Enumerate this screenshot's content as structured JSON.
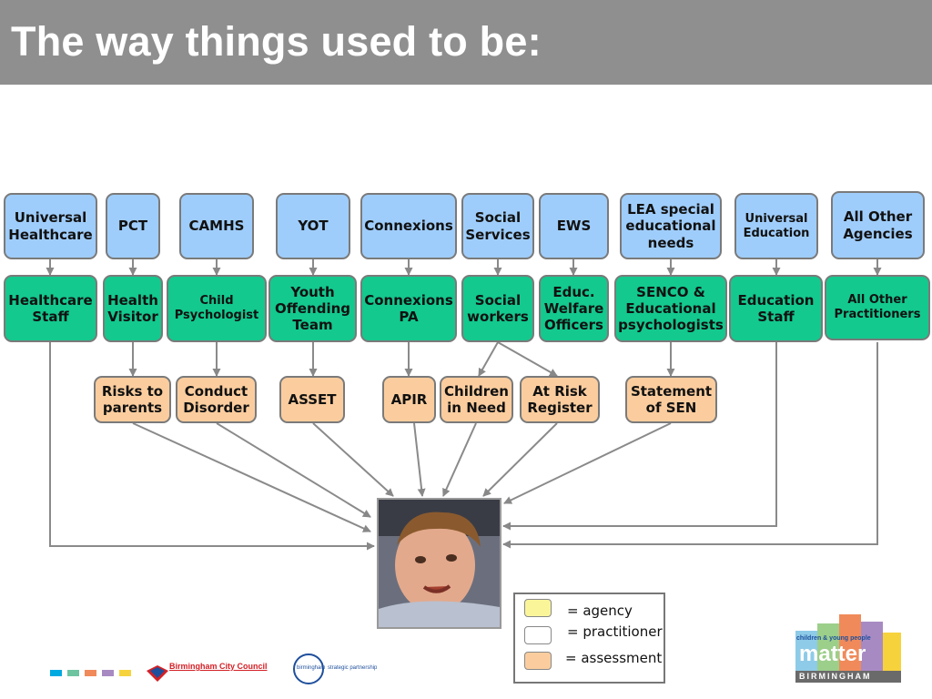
{
  "title": "The way things used to be:",
  "agencies": [
    "Universal\nHealthcare",
    "PCT",
    "CAMHS",
    "YOT",
    "Connexions",
    "Social\nServices",
    "EWS",
    "LEA special\neducational\nneeds",
    "Universal\nEducation",
    "All Other\nAgencies"
  ],
  "practitioners": [
    "Healthcare\nStaff",
    "Health\nVisitor",
    "Child\nPsychologist",
    "Youth\nOffending\nTeam",
    "Connexions\nPA",
    "Social\nworkers",
    "Educ.\nWelfare\nOfficers",
    "SENCO &\nEducational\npsychologists",
    "Education\nStaff",
    "All Other\nPractitioners"
  ],
  "assessments": [
    "Risks to\nparents",
    "Conduct\nDisorder",
    "ASSET",
    "APIR",
    "Children\nin Need",
    "At Risk\nRegister",
    "Statement\nof SEN"
  ],
  "legend": {
    "agency": "= agency",
    "practitioner": "= practitioner",
    "assessment": "= assessment"
  },
  "footer": {
    "council": "Birmingham City Council",
    "partnership_name": "birmingham",
    "partnership_sub": "strategic partnership",
    "logo_top": "children & young people",
    "logo_main": "matter",
    "logo_bottom": "BIRMINGHAM"
  },
  "colors": {
    "agency": "#9fcdfb",
    "practitioner": "#13c98e",
    "assessment": "#fbcd9e",
    "header": "#8f8f8f",
    "legend_agency_swatch": "#fbf59a"
  }
}
